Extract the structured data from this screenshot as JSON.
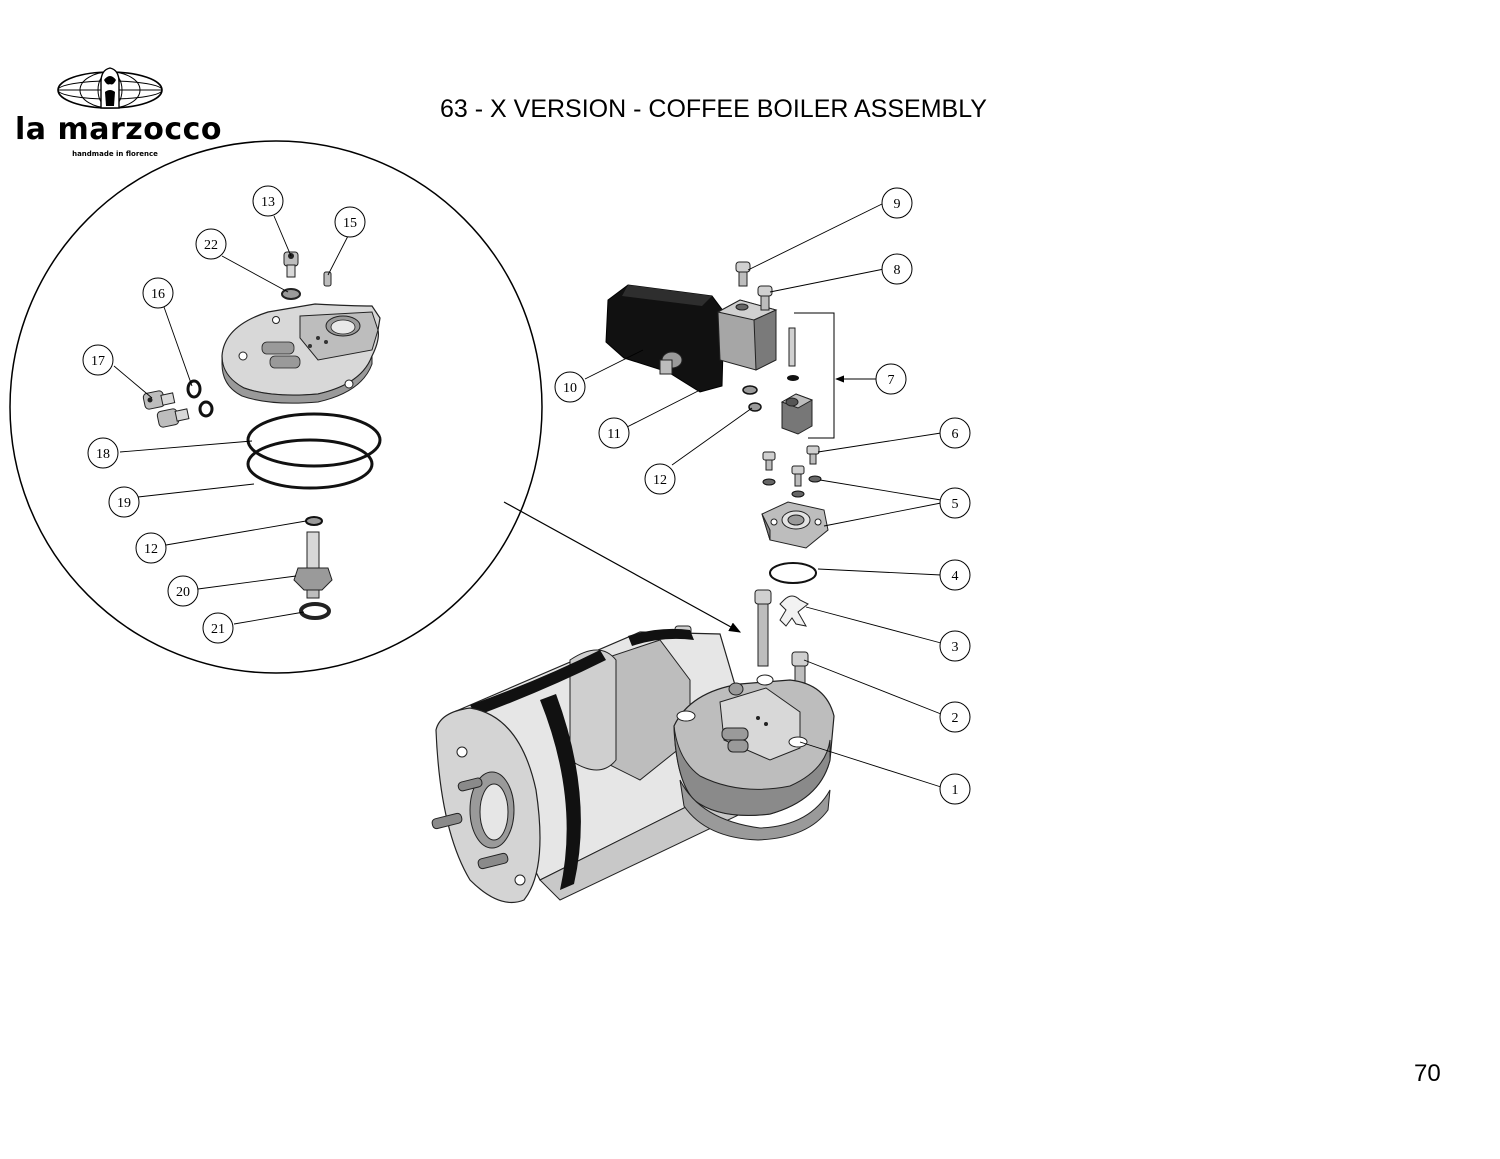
{
  "header": {
    "brand": "la marzocco",
    "tagline": "handmade in florence",
    "title": "63 - X VERSION - COFFEE BOILER ASSEMBLY"
  },
  "footer": {
    "page_number": "70"
  },
  "callouts": {
    "c1": "1",
    "c2": "2",
    "c3": "3",
    "c4": "4",
    "c5": "5",
    "c6": "6",
    "c7": "7",
    "c8": "8",
    "c9": "9",
    "c10": "10",
    "c11": "11",
    "c12a": "12",
    "c13": "13",
    "c15": "15",
    "c16": "16",
    "c17": "17",
    "c18": "18",
    "c19": "19",
    "c12b": "12",
    "c20": "20",
    "c21": "21",
    "c22": "22"
  },
  "colors": {
    "ink": "#000000",
    "part_dark": "#111111",
    "part_mid": "#9a9a9a",
    "part_light": "#d4d4d4"
  }
}
